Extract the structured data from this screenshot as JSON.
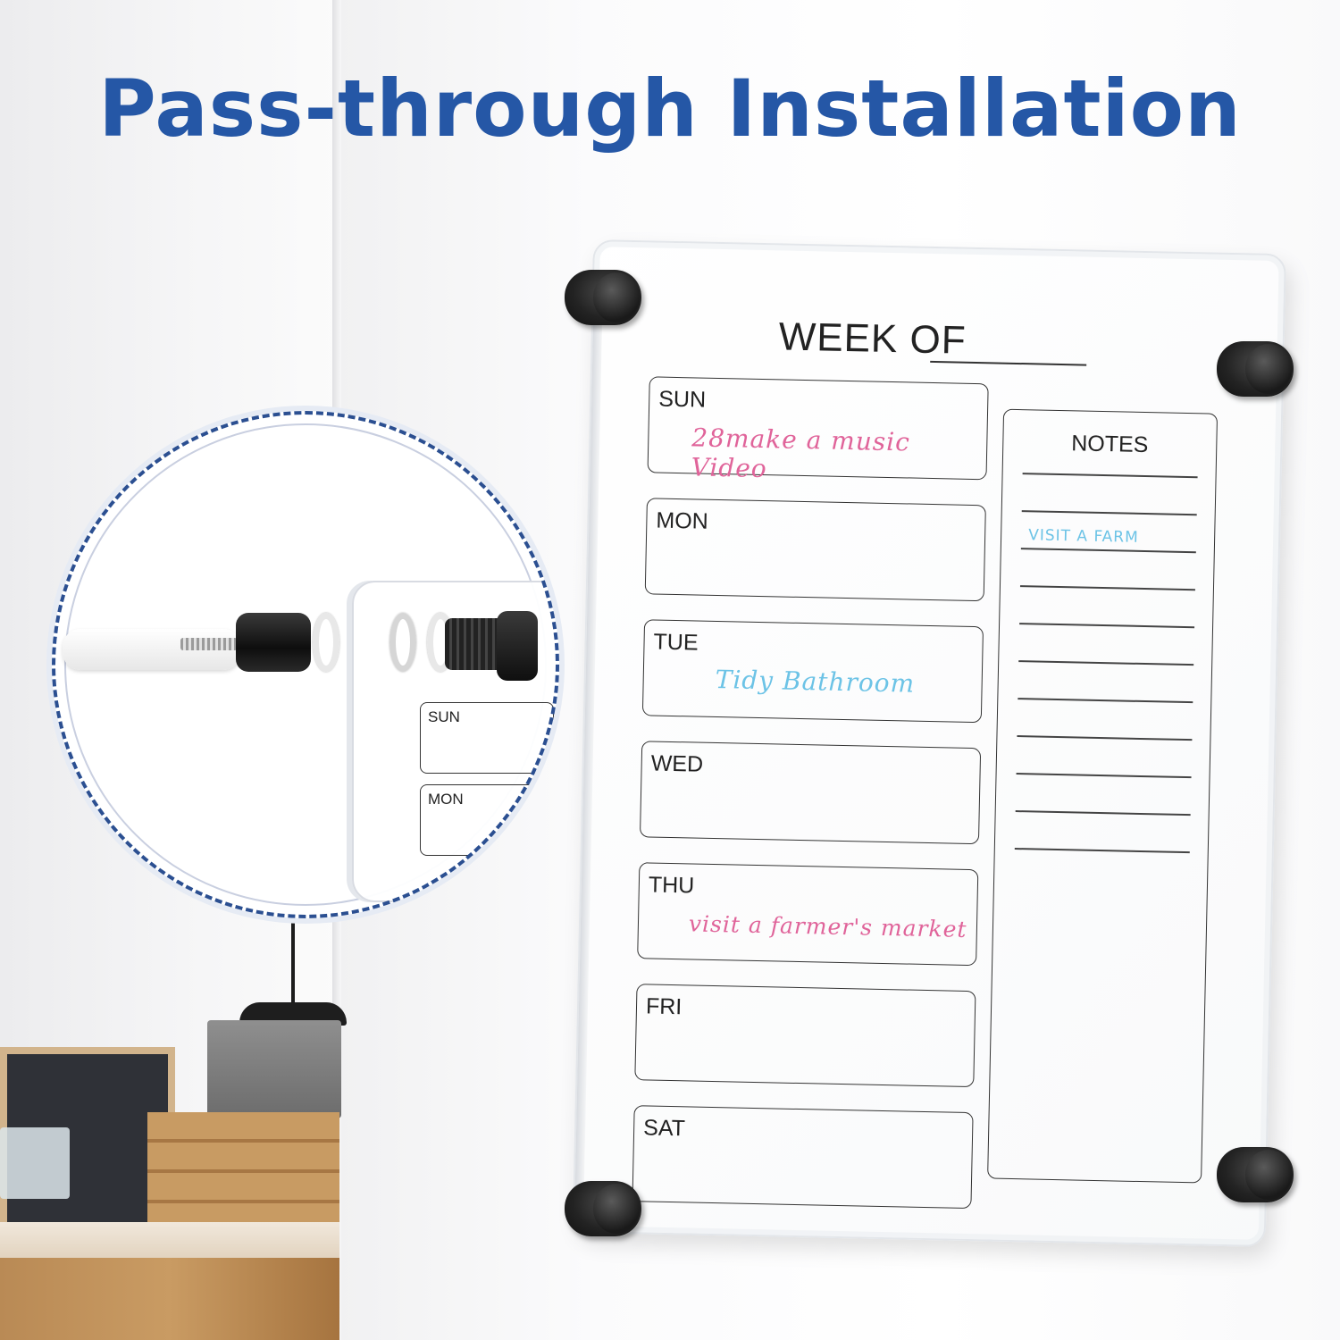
{
  "headline": "Pass-through Installation",
  "board": {
    "week_of": "WEEK OF",
    "days": [
      {
        "label": "SUN",
        "note": "28make a  music Video",
        "note_color": "#e0649a"
      },
      {
        "label": "MON",
        "note": "",
        "note_color": ""
      },
      {
        "label": "TUE",
        "note": "Tidy  Bathroom",
        "note_color": "#6cc3e6"
      },
      {
        "label": "WED",
        "note": "",
        "note_color": ""
      },
      {
        "label": "THU",
        "note": "visit a farmer's market",
        "note_color": "#e0649a"
      },
      {
        "label": "FRI",
        "note": "",
        "note_color": ""
      },
      {
        "label": "SAT",
        "note": "",
        "note_color": ""
      }
    ],
    "notes": {
      "label": "NOTES",
      "entry": "VISIT A FARM",
      "entry_color": "#6cc3e6"
    }
  },
  "zoom": {
    "mini_days": [
      "SUN",
      "MON"
    ]
  },
  "colors": {
    "headline": "#2557a6",
    "zoom_ring": "#2b4f91",
    "standoff": "#1a1a1a"
  }
}
